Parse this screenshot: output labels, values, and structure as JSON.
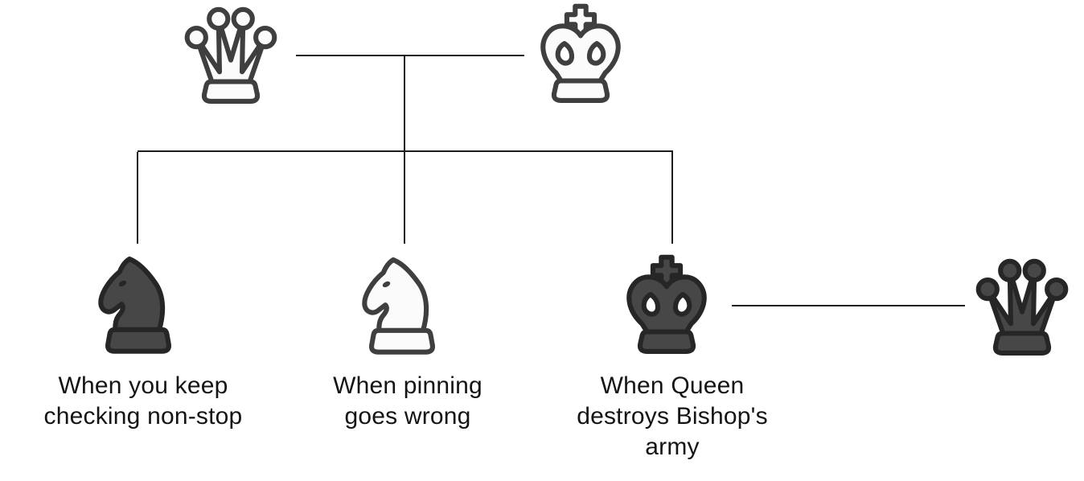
{
  "diagram": {
    "type": "chess-family-tree-meme",
    "background_color": "#ffffff",
    "connector_color": "#1c1c1c",
    "caption_color": "#141414",
    "palette": {
      "white_piece_fill": "#fbfbfb",
      "white_piece_outline": "#3f3f3f",
      "black_piece_fill": "#474747",
      "black_piece_outline": "#262626"
    },
    "parents": [
      {
        "icon": "white-queen-icon",
        "piece": "queen",
        "color": "white"
      },
      {
        "icon": "white-king-icon",
        "piece": "king",
        "color": "white"
      }
    ],
    "children": [
      {
        "icon": "black-knight-icon",
        "piece": "knight",
        "color": "black",
        "caption": "When you keep\nchecking non-stop"
      },
      {
        "icon": "white-knight-icon",
        "piece": "knight",
        "color": "white",
        "caption": "When pinning\ngoes wrong"
      },
      {
        "icon": "black-king-icon",
        "piece": "king",
        "color": "black",
        "caption": "When Queen\ndestroys Bishop's\narmy",
        "spouse": {
          "icon": "black-queen-icon",
          "piece": "queen",
          "color": "black"
        }
      }
    ]
  }
}
